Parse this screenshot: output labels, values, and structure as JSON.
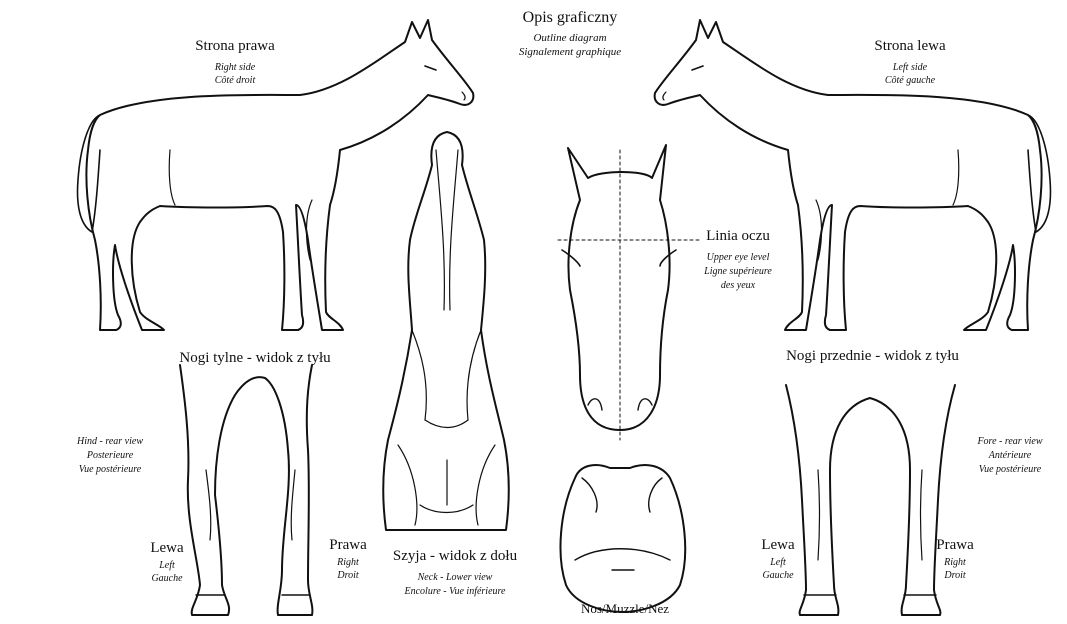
{
  "title": {
    "main": "Opis graficzny",
    "en": "Outline diagram",
    "fr": "Signalement graphique"
  },
  "right_side": {
    "pl": "Strona prawa",
    "en": "Right side",
    "fr": "Côté droit"
  },
  "left_side": {
    "pl": "Strona lewa",
    "en": "Left side",
    "fr": "Côté gauche"
  },
  "eye_line": {
    "pl": "Linia oczu",
    "en": "Upper eye level",
    "fr1": "Ligne supérieure",
    "fr2": "des yeux"
  },
  "hind_legs": {
    "pl": "Nogi tylne - widok z tyłu",
    "en": "Hind - rear view",
    "pl2": "Posterieure",
    "fr": "Vue postérieure",
    "left": {
      "pl": "Lewa",
      "en": "Left",
      "fr": "Gauche"
    },
    "right": {
      "pl": "Prawa",
      "en": "Right",
      "fr": "Droit"
    }
  },
  "front_legs": {
    "pl": "Nogi przednie - widok z tyłu",
    "en": "Fore - rear view",
    "pl2": "Antérieure",
    "fr": "Vue postérieure",
    "left": {
      "pl": "Lewa",
      "en": "Left",
      "fr": "Gauche"
    },
    "right": {
      "pl": "Prawa",
      "en": "Right",
      "fr": "Droit"
    }
  },
  "neck": {
    "pl": "Szyja - widok z dołu",
    "en": "Neck - Lower view",
    "fr": "Encolure - Vue inférieure"
  },
  "nose": {
    "label": "Nos/Muzzle/Nez"
  }
}
